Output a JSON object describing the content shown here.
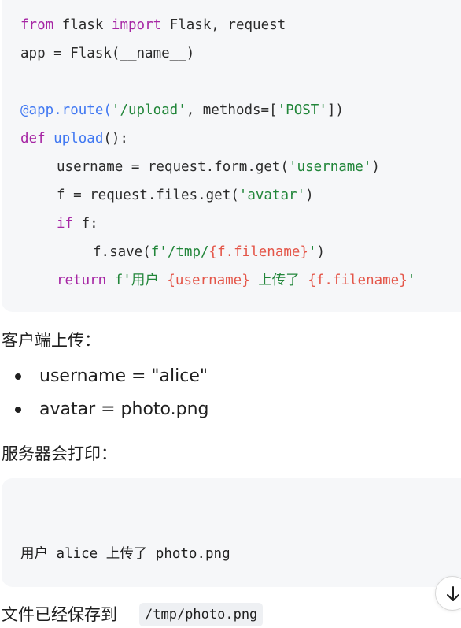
{
  "code_block": {
    "line1": {
      "kw1": "from",
      "t1": " flask ",
      "kw2": "import",
      "t2": " Flask, request"
    },
    "line2": {
      "t1": "app = Flask(__name__)"
    },
    "line3": {
      "deco": "@app.route(",
      "s1": "'/upload'",
      "t1": ", methods=[",
      "s2": "'POST'",
      "t2": "])"
    },
    "line4": {
      "kw": "def",
      "t1": " ",
      "fn": "upload",
      "t2": "():"
    },
    "line5": {
      "t1": "username = request.form.get(",
      "s1": "'username'",
      "t2": ")"
    },
    "line6": {
      "t1": "f = request.files.get(",
      "s1": "'avatar'",
      "t2": ")"
    },
    "line7": {
      "kw": "if",
      "t1": " f:"
    },
    "line8": {
      "t1": "f.save(",
      "s1": "f'/tmp/",
      "i1": "{f.filename}",
      "s2": "'",
      "t2": ")"
    },
    "line9": {
      "kw": "return",
      "t1": " ",
      "s1": "f'",
      "t2": "用户 ",
      "i1": "{username}",
      "t3": " 上传了 ",
      "i2": "{f.filename}",
      "s2": "'"
    }
  },
  "prose": {
    "client_heading": "客户端上传：",
    "bullets": [
      "username = \"alice\"",
      "avatar = photo.png"
    ],
    "server_heading": "服务器会打印：",
    "saved_text": "文件已经保存到",
    "saved_path": "/tmp/photo.png"
  },
  "output_block": {
    "text": "用户 alice 上传了 photo.png"
  },
  "scroll_button": {
    "icon": "arrow-down-icon"
  }
}
